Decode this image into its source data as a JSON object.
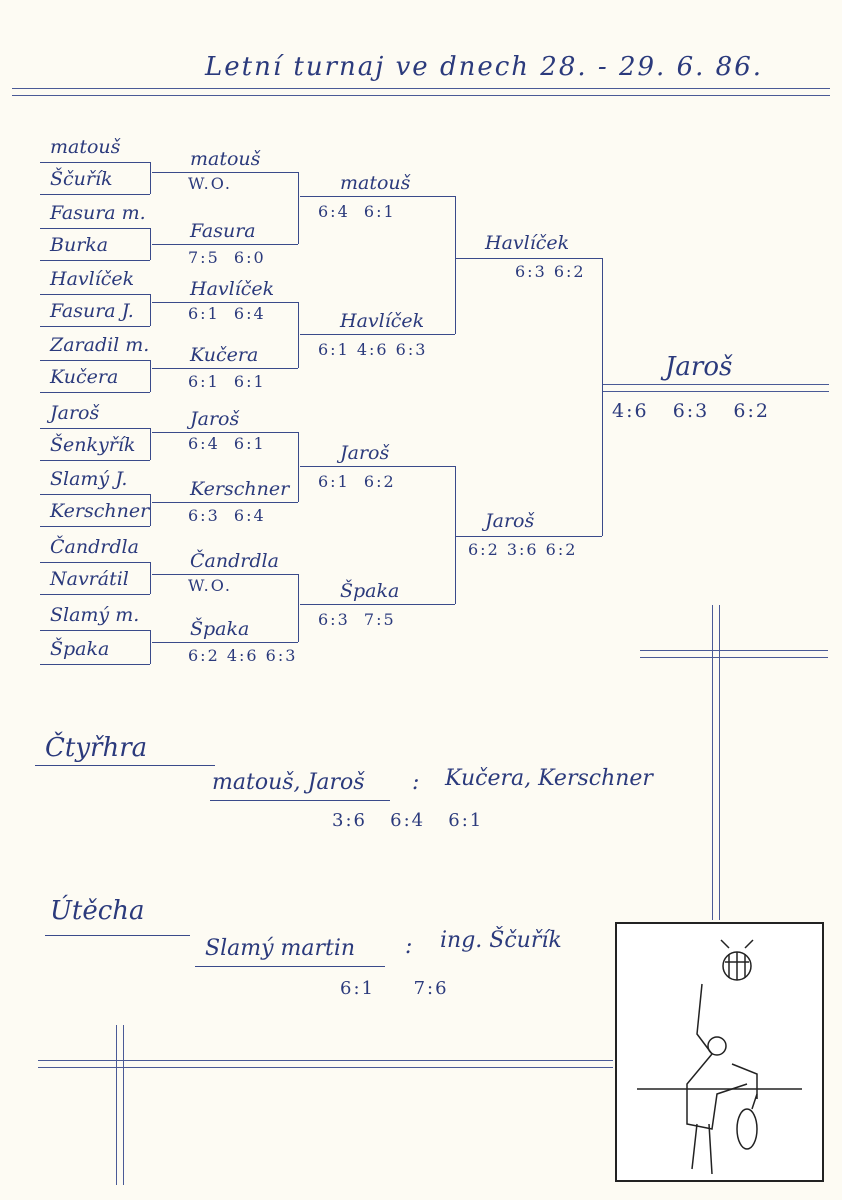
{
  "title": "Letní turnaj ve dnech 28. - 29. 6. 86.",
  "round1": [
    "matouš",
    "Ščuřík",
    "Fasura m.",
    "Burka",
    "Havlíček",
    "Fasura J.",
    "Zaradil m.",
    "Kučera",
    "Jaroš",
    "Šenkyřík",
    "Slamý J.",
    "Kerschner",
    "Čandrdla",
    "Navrátil",
    "Slamý m.",
    "Špaka"
  ],
  "round2": [
    {
      "name": "matouš",
      "score": "W.O."
    },
    {
      "name": "Fasura",
      "score": "7:5  6:0"
    },
    {
      "name": "Havlíček",
      "score": "6:1  6:4"
    },
    {
      "name": "Kučera",
      "score": "6:1  6:1"
    },
    {
      "name": "Jaroš",
      "score": "6:4  6:1"
    },
    {
      "name": "Kerschner",
      "score": "6:3  6:4"
    },
    {
      "name": "Čandrdla",
      "score": "W.O."
    },
    {
      "name": "Špaka",
      "score": "6:2 4:6 6:3"
    }
  ],
  "round3": [
    {
      "name": "matouš",
      "score": "6:4  6:1"
    },
    {
      "name": "Havlíček",
      "score": "6:1 4:6 6:3"
    },
    {
      "name": "Jaroš",
      "score": "6:1  6:2"
    },
    {
      "name": "Špaka",
      "score": "6:3  7:5"
    }
  ],
  "semis": [
    {
      "name": "Havlíček",
      "score": "6:3 6:2"
    },
    {
      "name": "Jaroš",
      "score": "6:2 3:6 6:2"
    }
  ],
  "final": {
    "name": "Jaroš",
    "score": "4:6   6:3   6:2"
  },
  "doubles": {
    "heading": "Čtyřhra",
    "team1": "matouš, Jaroš",
    "sep": ":",
    "team2": "Kučera, Kerschner",
    "score": "3:6   6:4   6:1"
  },
  "consolation": {
    "heading": "Útěcha",
    "player1": "Slamý martin",
    "sep": ":",
    "player2": "ing. Ščuřík",
    "score": "6:1     7:6"
  }
}
